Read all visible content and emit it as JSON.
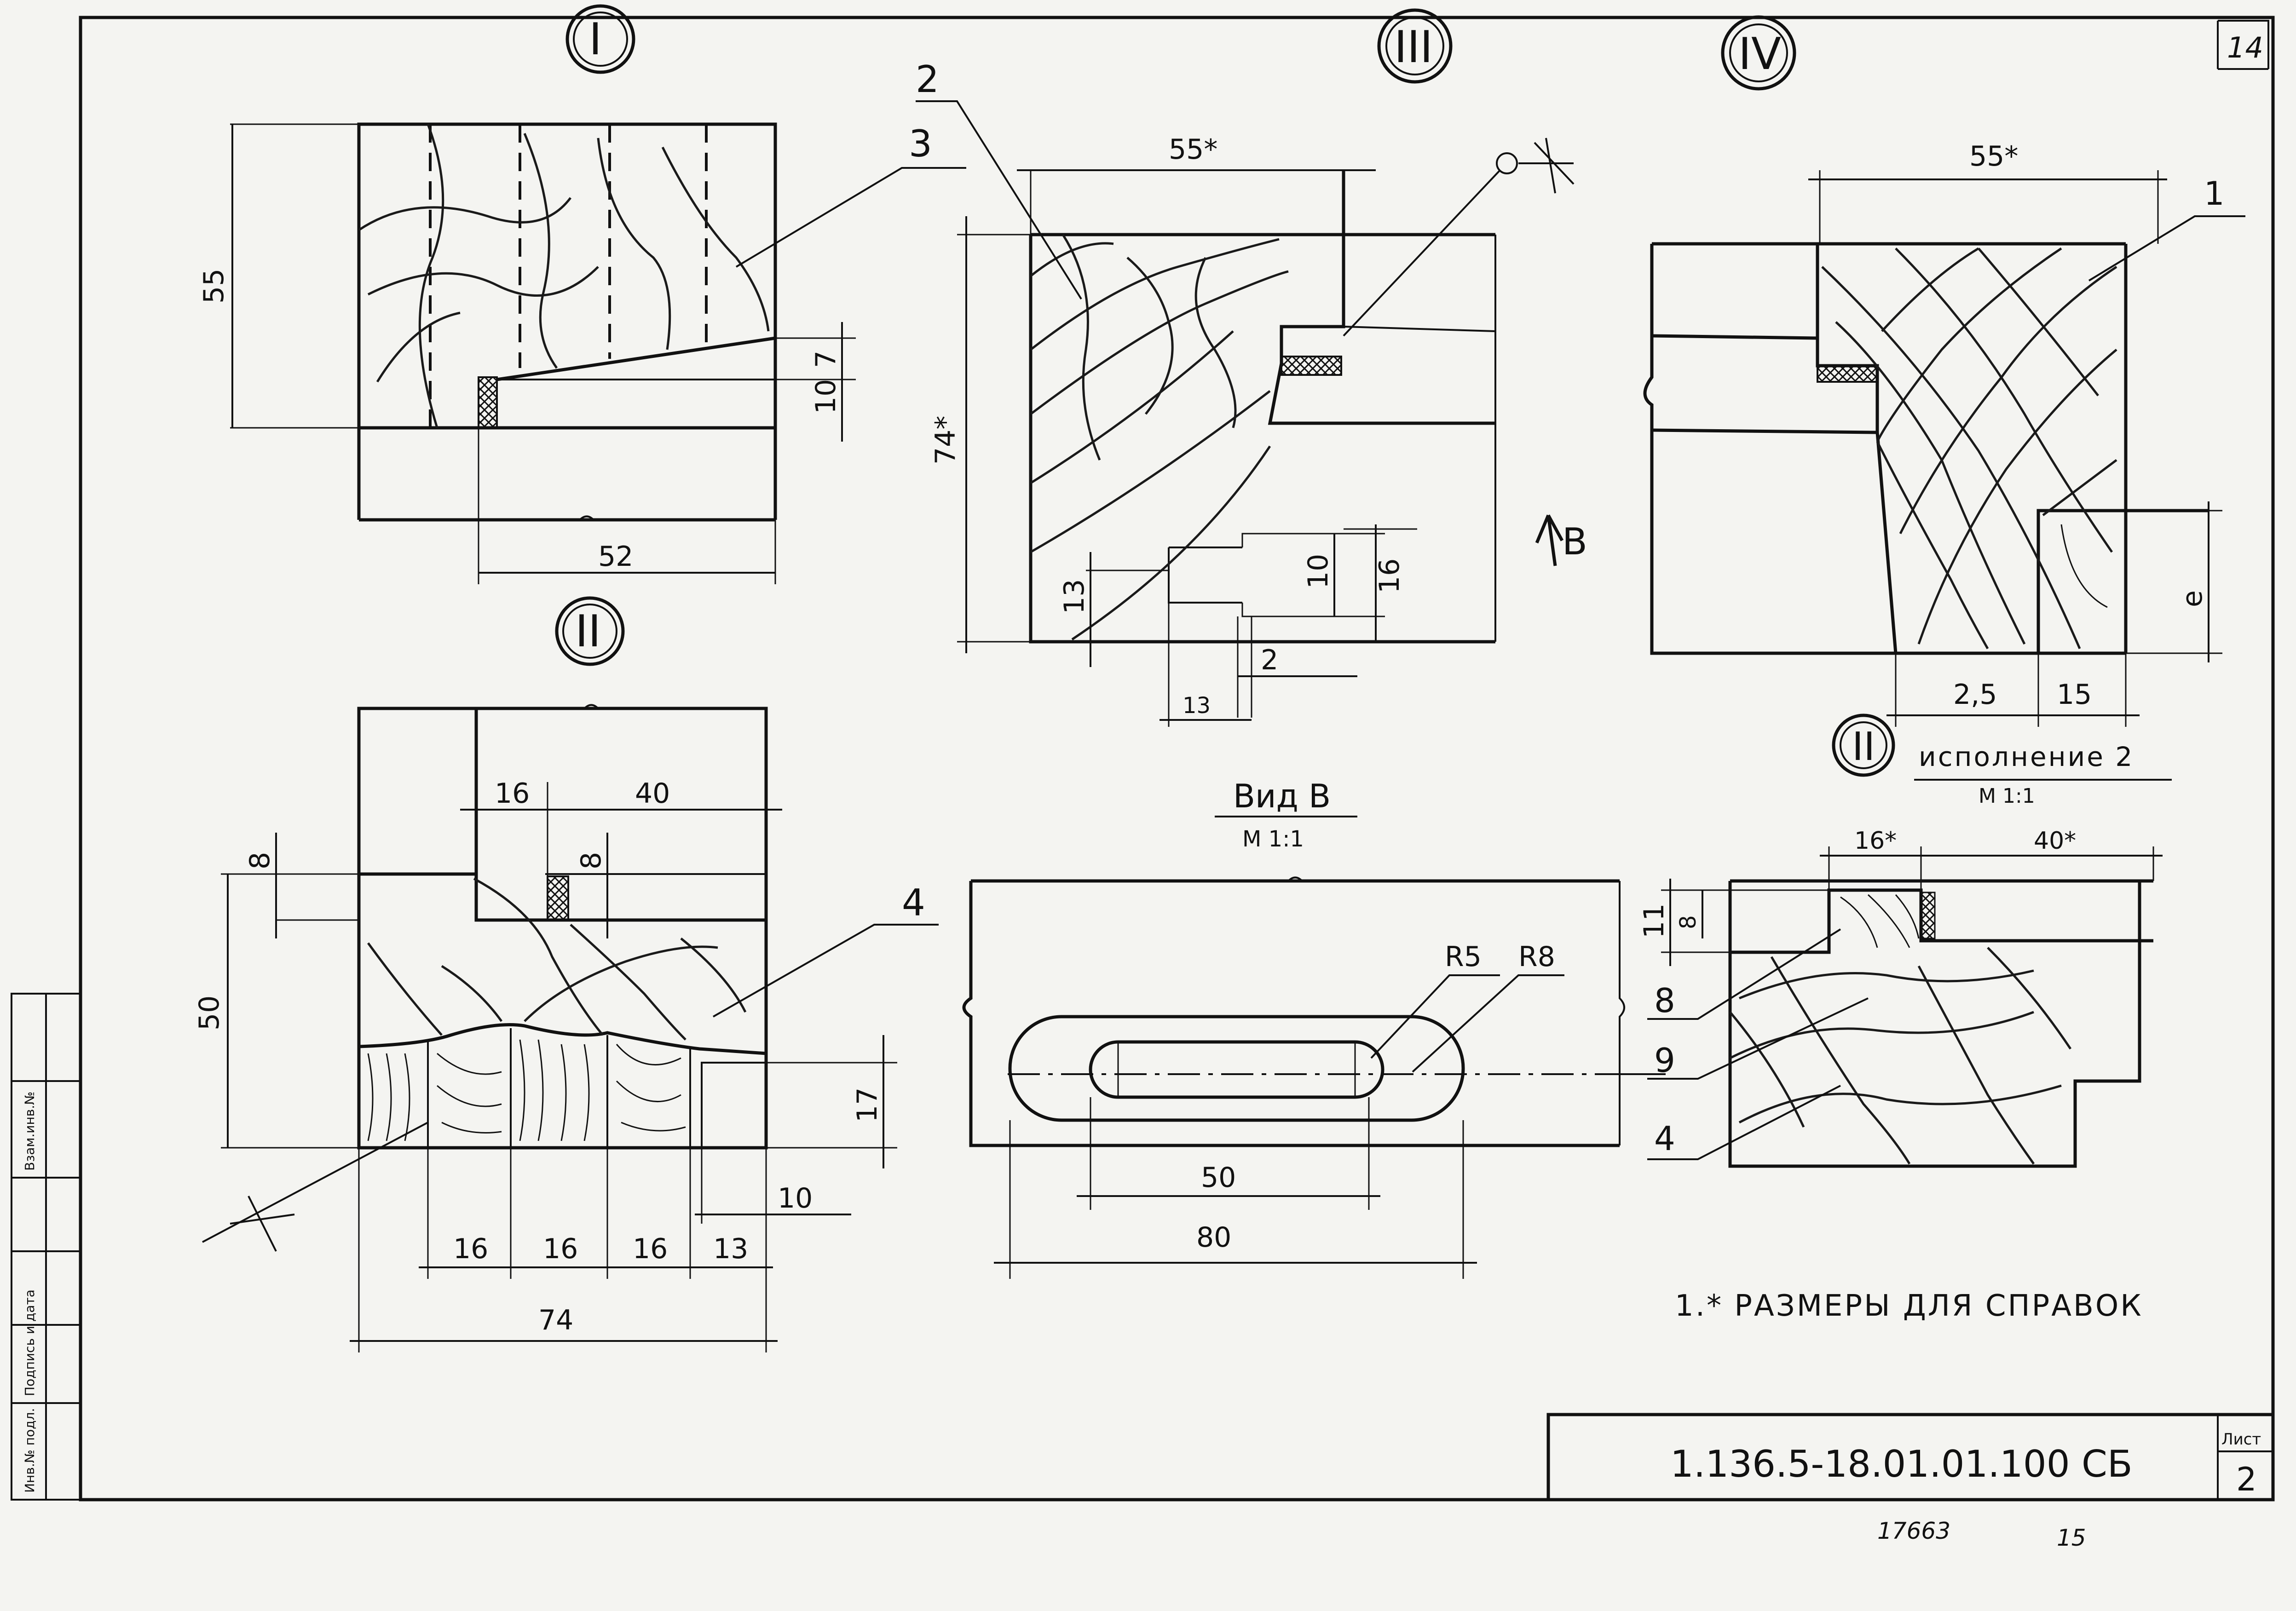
{
  "sheet_number_top": "14",
  "sheet_number_bottom": "2",
  "sheet_label": "Лист",
  "document_code": "1.136.5-18.01.01.100 СБ",
  "note": "1.* РАЗМЕРЫ ДЛЯ СПРАВОК",
  "archive_numbers": [
    "17663",
    "15"
  ],
  "stamp_labels": [
    "Инв.№ подл.",
    "Подпись и дата",
    "Взам.инв.№"
  ],
  "views": {
    "v1": {
      "roman": "I",
      "dims": [
        "55",
        "7",
        "10",
        "52"
      ],
      "callouts": [
        "3"
      ]
    },
    "v2": {
      "roman": "II",
      "dims": [
        "16",
        "40",
        "8",
        "8",
        "50",
        "17",
        "10",
        "16",
        "16",
        "16",
        "13",
        "74"
      ],
      "callouts": [
        "4"
      ]
    },
    "v3": {
      "roman": "III",
      "dims": [
        "55*",
        "74*",
        "13",
        "10",
        "16",
        "2",
        "13"
      ],
      "callouts": [
        "2"
      ],
      "view_arrow": "В"
    },
    "v4": {
      "roman": "IV",
      "dims": [
        "55*",
        "e",
        "2,5",
        "15"
      ],
      "callouts": [
        "1"
      ]
    },
    "viewB": {
      "title": "Вид В",
      "scale": "М 1:1",
      "dims": [
        "R5",
        "R8",
        "50",
        "80"
      ]
    },
    "v2alt": {
      "roman": "II",
      "title": "исполнение 2",
      "scale": "М 1:1",
      "dims": [
        "16*",
        "40*",
        "11",
        "8"
      ],
      "callouts": [
        "8",
        "9",
        "4"
      ]
    }
  }
}
